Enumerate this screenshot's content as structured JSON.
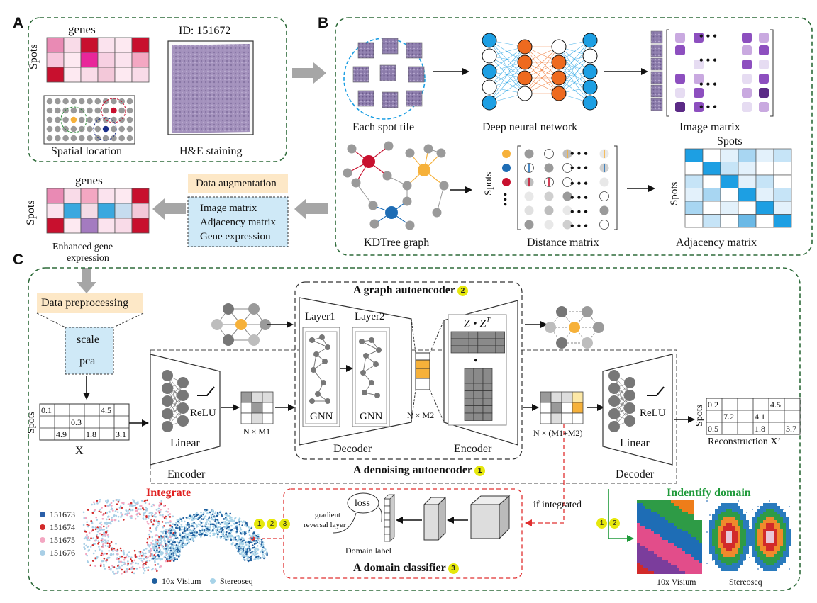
{
  "panels": {
    "a": "A",
    "b": "B",
    "c": "C"
  },
  "panel_a": {
    "genes_label": "genes",
    "spots_label": "Spots",
    "spatial_caption": "Spatial location",
    "sample_id": "ID: 151672",
    "he_caption": "H&E staining"
  },
  "panel_b": {
    "tile_caption": "Each spot tile",
    "dnn_caption": "Deep neural network",
    "image_matrix_caption": "Image  matrix",
    "kdtree_caption": "KDTree graph",
    "distance_caption": "Distance matrix",
    "adjacency_caption": "Adjacency matrix",
    "spots_top": "Spots",
    "spots_side": "Spots",
    "spots_side2": "Spots",
    "dots": "• • •",
    "vdots": "•\n•\n•"
  },
  "augment": {
    "title": "Data augmentation",
    "items": [
      "Image matrix",
      "Adjacency matrix",
      "Gene expression"
    ]
  },
  "enhanced": {
    "genes_label": "genes",
    "spots_label": "Spots",
    "caption_line1": "Enhanced gene",
    "caption_line2": "expression"
  },
  "preprocess": {
    "title": "Data preprocessing",
    "items": [
      "scale",
      "pca"
    ]
  },
  "input_matrix": {
    "spots_label": "Spots",
    "name": "X",
    "cells": [
      [
        "0.1",
        "",
        "",
        "",
        "4.5",
        ""
      ],
      [
        "",
        "",
        "0.3",
        "",
        "",
        ""
      ],
      [
        "",
        "4.9",
        "",
        "1.8",
        "",
        "3.1"
      ]
    ]
  },
  "output_matrix": {
    "spots_label": "Spots",
    "name": "Reconstruction X’",
    "cells": [
      [
        "0.2",
        "",
        "",
        "",
        "4.5",
        ""
      ],
      [
        "",
        "7.2",
        "",
        "4.1",
        "",
        ""
      ],
      [
        "0.5",
        "",
        "",
        "1.8",
        "",
        "3.7"
      ]
    ]
  },
  "dae": {
    "linear_left": "Linear",
    "relu_left": "ReLU",
    "encoder_left": "Encoder",
    "nm1": "N × M1",
    "decoder_right": "Decoder",
    "linear_right": "Linear",
    "relu_right": "ReLU",
    "nm1m2": "N × (M1+M2)",
    "title": "A denoising autoencoder",
    "badge": "1"
  },
  "gae": {
    "title": "A graph autoencoder",
    "badge": "2",
    "layer1": "Layer1",
    "layer2": "Layer2",
    "gnn1": "GNN",
    "gnn2": "GNN",
    "nm2": "N × M2",
    "decoder": "Decoder",
    "encoder": "Encoder",
    "zz": "Z • Z",
    "zz_sup": "T",
    "dot": "•"
  },
  "classifier": {
    "title": "A domain classifier",
    "badge": "3",
    "loss": "loss",
    "grl_line1": "gradient",
    "grl_line2": "reversal layer",
    "domain_label": "Domain label",
    "if_integrated": "if integrated"
  },
  "integrate": {
    "title": "Integrate",
    "title_color": "#e02020",
    "badges": [
      "1",
      "2",
      "3"
    ],
    "legend": [
      {
        "label": "151673",
        "color": "#2a5fa8"
      },
      {
        "label": "151674",
        "color": "#d22a2a"
      },
      {
        "label": "151675",
        "color": "#f3a7c2"
      },
      {
        "label": "151676",
        "color": "#a9cfe6"
      }
    ],
    "bottom_legend": [
      {
        "label": "10x  Visium",
        "color": "#1f5f9e"
      },
      {
        "label": "Stereoseq",
        "color": "#a7d3e8"
      }
    ]
  },
  "identify": {
    "title": "Indentify domain",
    "title_color": "#1f9a3a",
    "badges": [
      "1",
      "2"
    ],
    "caption_left": "10x  Visium",
    "caption_right": "Stereoseq"
  },
  "colors": {
    "frame_green": "#2e6b3a",
    "arrow_gray": "#a6a6a6",
    "orange": "#ee6a1f",
    "blue": "#1d9fe3",
    "purple": "#7b3d9c",
    "pink": "#e98ab4",
    "crimson": "#c8102e",
    "badge_yellow": "#e6e80c",
    "red_dash": "#e03030"
  }
}
